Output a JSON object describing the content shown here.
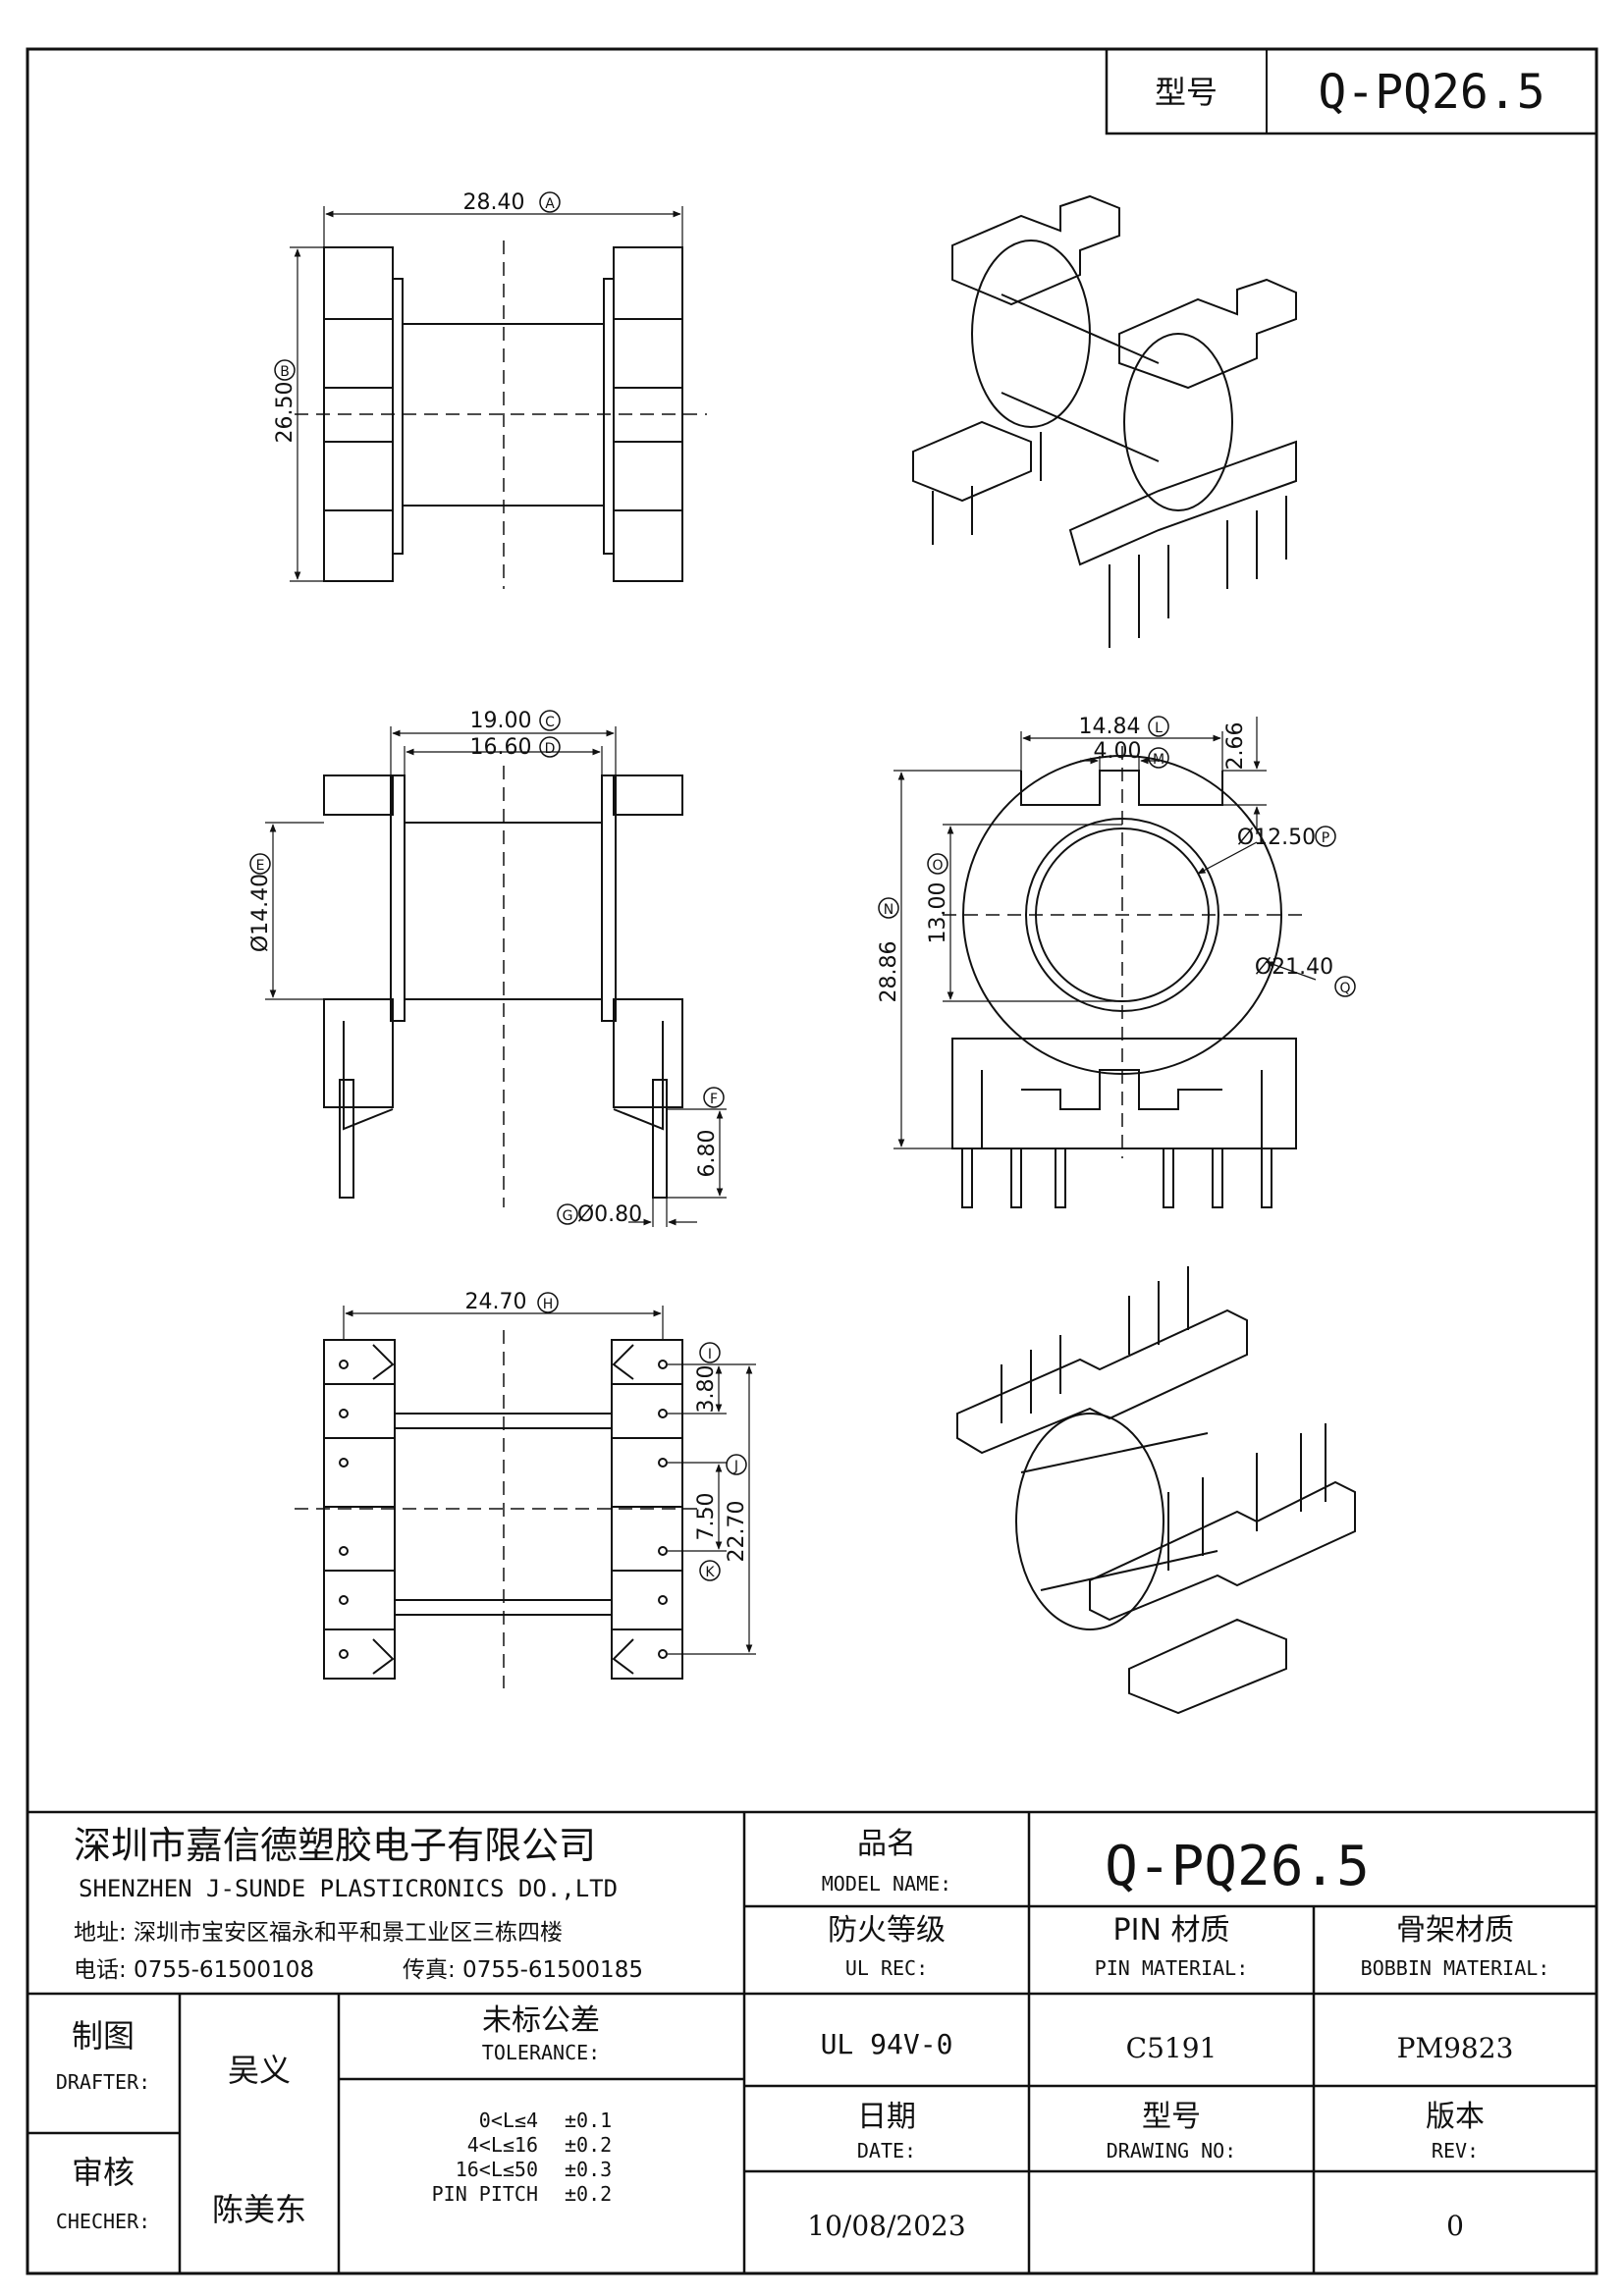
{
  "header": {
    "model_label": "型号",
    "model_value": "Q-PQ26.5"
  },
  "dimensions": {
    "top_width": "28.40",
    "top_width_tag": "A",
    "top_height": "26.50",
    "top_height_tag": "B",
    "side_outer": "19.00",
    "side_outer_tag": "C",
    "side_inner": "16.60",
    "side_inner_tag": "D",
    "side_dia": "Ø14.40",
    "side_dia_tag": "E",
    "pin_len": "6.80",
    "pin_len_tag": "F",
    "pin_dia": "Ø0.80",
    "pin_dia_tag": "G",
    "front_top": "14.84",
    "front_top_tag": "L",
    "front_tab": "4.00",
    "front_tab_tag": "M",
    "front_tab_h": "2.66",
    "front_inner_dia": "Ø12.50",
    "front_inner_dia_tag": "P",
    "front_outer_dia": "Ø21.40",
    "front_outer_dia_tag": "Q",
    "front_height": "28.86",
    "front_height_tag": "N",
    "front_core": "13.00",
    "front_core_tag": "O",
    "bottom_width": "24.70",
    "bottom_width_tag": "H",
    "pin_pitch_a": "3.80",
    "pin_pitch_a_tag": "I",
    "pin_pitch_b": "7.50",
    "pin_pitch_b_tag": "K",
    "pin_span": "22.70",
    "pin_span_tag": "J"
  },
  "title_block": {
    "company_cn": "深圳市嘉信德塑胶电子有限公司",
    "company_en": "SHENZHEN J-SUNDE PLASTICRONICS DO.,LTD",
    "address": "地址: 深圳市宝安区福永和平和景工业区三栋四楼",
    "phone": "电话: 0755-61500108",
    "fax": "传真: 0755-61500185",
    "model_name_cn": "品名",
    "model_name_en": "MODEL NAME:",
    "model_name_value": "Q-PQ26.5",
    "fire_cn": "防火等级",
    "fire_en": "UL REC:",
    "pin_mat_cn": "PIN 材质",
    "pin_mat_en": "PIN MATERIAL:",
    "bobbin_mat_cn": "骨架材质",
    "bobbin_mat_en": "BOBBIN MATERIAL:",
    "drafter_cn": "制图",
    "drafter_en": "DRAFTER:",
    "drafter_name": "吴义",
    "tolerance_cn": "未标公差",
    "tolerance_en": "TOLERANCE:",
    "ul_value": "UL 94V-0",
    "pin_value": "C5191",
    "bobbin_value": "PM9823",
    "checker_cn": "审核",
    "checker_en": "CHECHER:",
    "checker_name": "陈美东",
    "tol_rows": [
      {
        "range": "0<L≤4",
        "value": "±0.1"
      },
      {
        "range": "4<L≤16",
        "value": "±0.2"
      },
      {
        "range": "16<L≤50",
        "value": "±0.3"
      },
      {
        "range": "PIN PITCH",
        "value": "±0.2"
      }
    ],
    "date_cn": "日期",
    "date_en": "DATE:",
    "date_value": "10/08/2023",
    "drawing_cn": "型号",
    "drawing_en": "DRAWING NO:",
    "rev_cn": "版本",
    "rev_en": "REV:",
    "rev_value": "0"
  }
}
